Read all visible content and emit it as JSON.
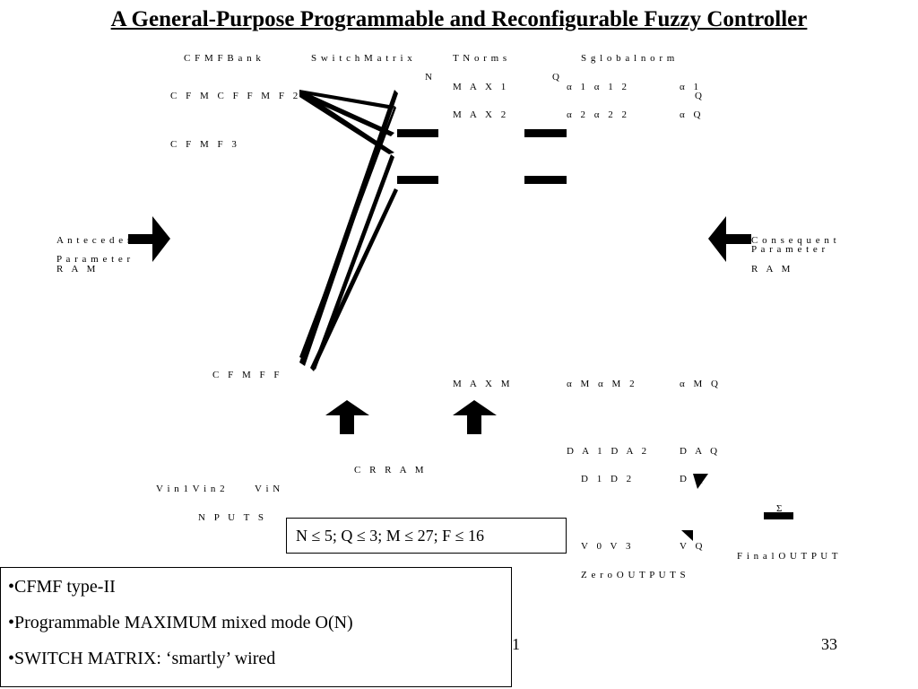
{
  "title": "A General-Purpose Programmable and Reconfigurable Fuzzy Controller",
  "labels": {
    "cfmf_bank": "C F M F B a n k",
    "switch_matrix": "S w i t c h M a t r i x",
    "t_norms": "T N o r m s",
    "s_norm": "S g l o b a l n o r m",
    "n_top": "N",
    "q_top": "Q",
    "cfmf1_row": "C F M C F F M F 2",
    "max1": "M A X 1",
    "alpha11": "α 1 α 1 2",
    "alpha1q": "α 1",
    "q_under": "Q",
    "max2": "M A X 2",
    "alpha22": "α 2 α 2 2",
    "alpha2q": "α Q",
    "cfmf3": "C F M F 3",
    "antecedent_1": "A n t e c e d e n t",
    "parameter_1": "P a r a m e t e r",
    "ram_left": "R A M",
    "consequent_1": "C o n s e q u e n t",
    "parameter_2": "P a r a m e t e r",
    "ram_right": "R A M",
    "cfmf_f": "C F M F F",
    "maxm": "M A X M",
    "alpha_m": "α M α M 2",
    "alpha_mq": "α M Q",
    "cram": "C R R A M",
    "inputs_v": "V i n 1 V i n 2",
    "inputs_vn": "V i N",
    "inputs_label": "N P U T S",
    "da_row": "D A 1 D A 2",
    "daq": "D A Q",
    "dd_row": "D 1 D 2",
    "dq": "D Q",
    "sigma": "Σ",
    "v_row": "V 0 V 3",
    "vq": "V Q",
    "final_output": "F i n a l O U T P U T",
    "zero_outputs": "Z e r o O U T P U T S"
  },
  "constraint": "N ≤ 5;  Q ≤ 3;  M ≤ 27; F ≤ 16",
  "notes": [
    "•CFMF type-II",
    "•Programmable MAXIMUM mixed mode O(N)",
    "•SWITCH MATRIX: ‘smartly’ wired"
  ],
  "footer_left": "1",
  "page_number": "33"
}
